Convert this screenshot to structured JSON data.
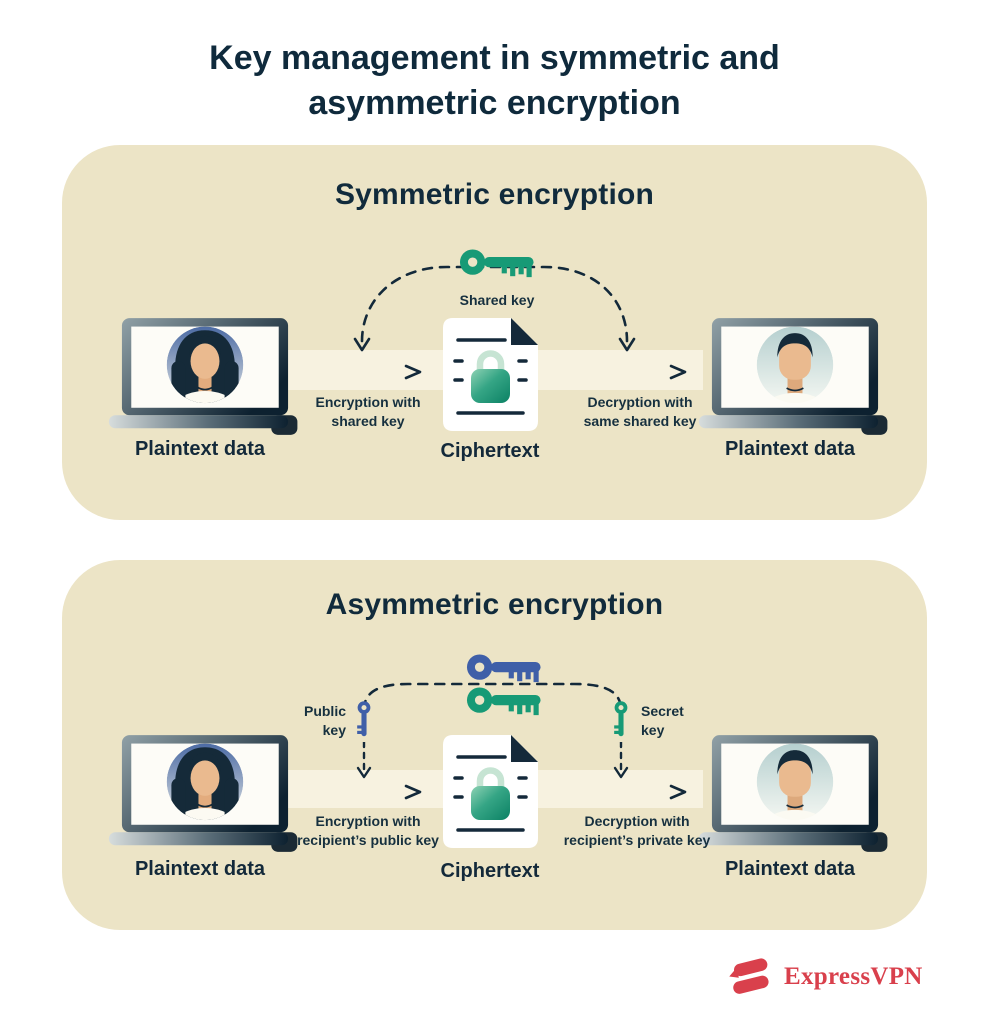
{
  "title": {
    "line1": "Key management in symmetric and",
    "line2": "asymmetric encryption"
  },
  "symmetric": {
    "heading": "Symmetric encryption",
    "shared_key_label": "Shared key",
    "sender_label": "Plaintext data",
    "ciphertext_label": "Ciphertext",
    "receiver_label": "Plaintext data",
    "encrypt_label": {
      "line1": "Encryption with",
      "line2": "shared key"
    },
    "decrypt_label": {
      "line1": "Decryption with",
      "line2": "same shared key"
    }
  },
  "asymmetric": {
    "heading": "Asymmetric encryption",
    "public_key_label": {
      "line1": "Public",
      "line2": "key"
    },
    "secret_key_label": {
      "line1": "Secret",
      "line2": "key"
    },
    "sender_label": "Plaintext data",
    "ciphertext_label": "Ciphertext",
    "receiver_label": "Plaintext data",
    "encrypt_label": {
      "line1": "Encryption with",
      "line2": "recipient’s public key"
    },
    "decrypt_label": {
      "line1": "Decryption with",
      "line2": "recipient’s private key"
    }
  },
  "footer": {
    "brand": "ExpressVPN"
  },
  "icons": {
    "shared_key": "key-icon",
    "public_key": "key-icon",
    "secret_key": "key-icon",
    "ciphertext": "document-lock-icon",
    "sender_device": "laptop-avatar-icon",
    "receiver_device": "laptop-avatar-icon",
    "brand": "expressvpn-logo-icon"
  },
  "colors": {
    "navy": "#13293a",
    "panel_beige": "#ece4c6",
    "band_cream": "#f7f2e0",
    "key_green": "#179a76",
    "key_blue": "#3f5fa8",
    "brand_red": "#d9404c",
    "white": "#ffffff"
  }
}
